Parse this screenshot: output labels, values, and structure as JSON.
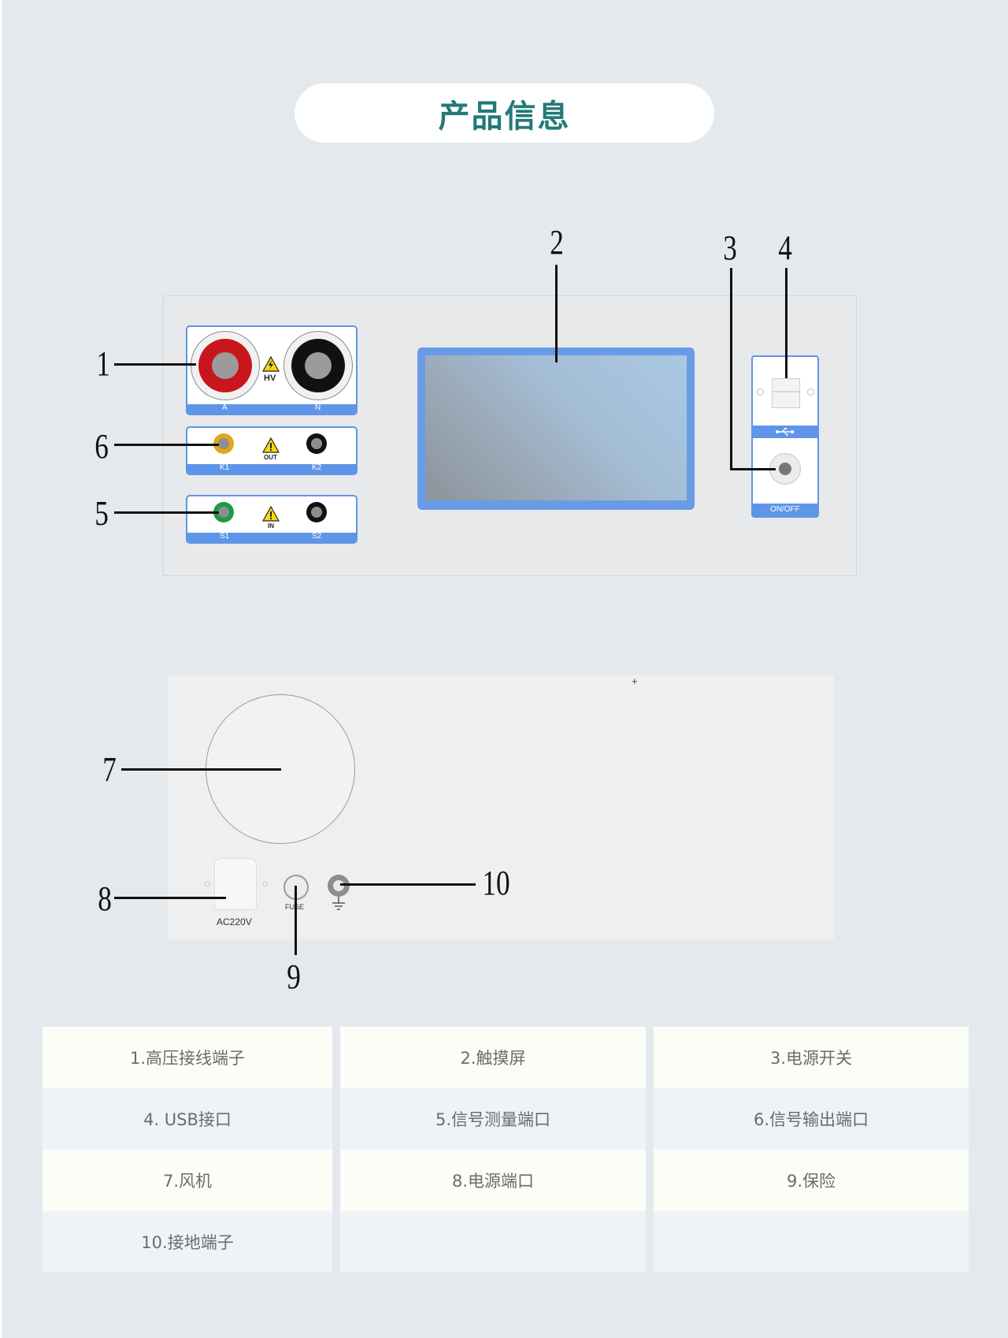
{
  "title": "产品信息",
  "callouts": {
    "c1": "1",
    "c2": "2",
    "c3": "3",
    "c4": "4",
    "c5": "5",
    "c6": "6",
    "c7": "7",
    "c8": "8",
    "c9": "9",
    "c10": "10"
  },
  "front_panel": {
    "hv_box": {
      "label_a": "A",
      "label_n": "N",
      "warning": "HV",
      "colors": {
        "a": "#c8161d",
        "n": "#111111"
      }
    },
    "out_box": {
      "label_k1": "K1",
      "label_k2": "K2",
      "warning": "OUT",
      "colors": {
        "k1": "#e3a51b",
        "k2": "#111111"
      }
    },
    "in_box": {
      "label_s1": "S1",
      "label_s2": "S2",
      "warning": "IN",
      "colors": {
        "s1": "#1d9a43",
        "s2": "#111111"
      }
    },
    "power_label": "ON/OFF",
    "usb_symbol": "usb-icon"
  },
  "back_panel": {
    "socket_label": "AC220V",
    "fuse_label": "FUSE",
    "plus_mark": "+"
  },
  "legend_table": [
    [
      "1.高压接线端子",
      "2.触摸屏",
      "3.电源开关"
    ],
    [
      "4. USB接口",
      "5.信号测量端口",
      "6.信号输出端口"
    ],
    [
      "7.风机",
      "8.电源端口",
      "9.保险"
    ],
    [
      "10.接地端子",
      "",
      ""
    ]
  ],
  "colors": {
    "accent": "#227a79",
    "panel_blue": "#5f95e8",
    "background": "#e4e9ee"
  }
}
